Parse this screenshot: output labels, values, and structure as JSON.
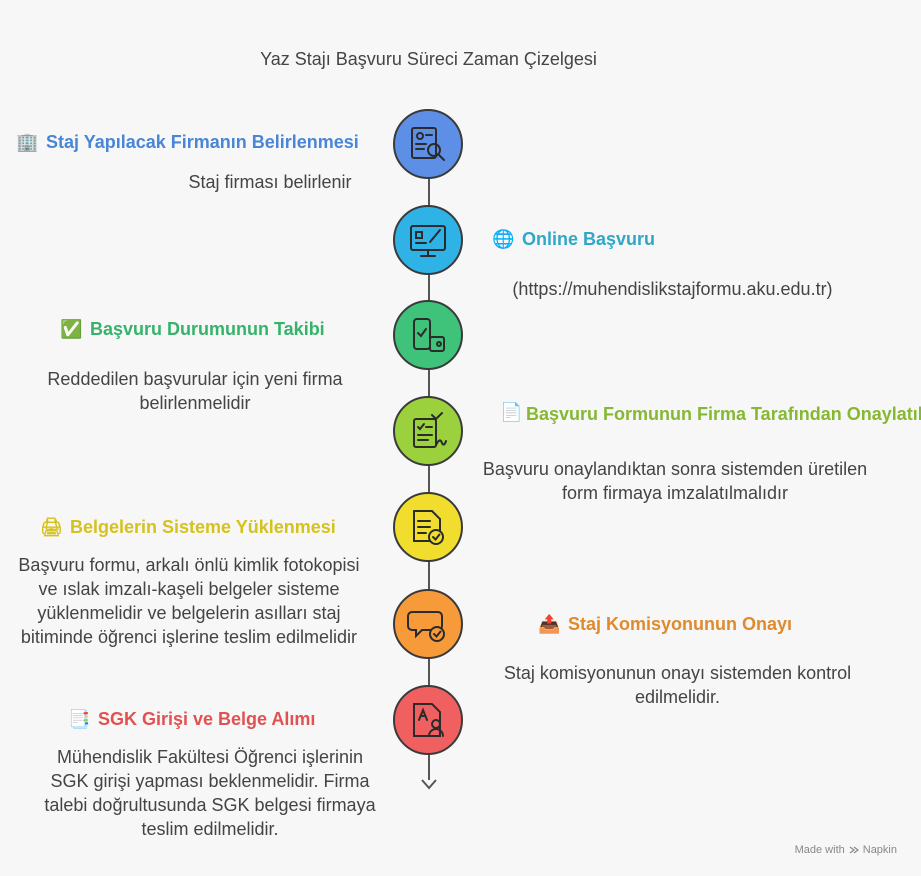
{
  "title": "Yaz Stajı Başvuru Süreci Zaman Çizelgesi",
  "steps": [
    {
      "icon": "office-building-icon",
      "emoji": "🏢",
      "heading": "Staj Yapılacak Firmanın Belirlenmesi",
      "description": "Staj firması belirlenir",
      "color": "#4a86d6",
      "node_color": "#5d8fe6"
    },
    {
      "icon": "globe-icon",
      "emoji": "🌐",
      "heading": "Online Başvuru",
      "description": "(https://muhendislikstajformu.aku.edu.tr)",
      "color": "#2fa8c6",
      "node_color": "#2fb2e6"
    },
    {
      "icon": "check-box-icon",
      "emoji": "✅",
      "heading": "Başvuru Durumunun Takibi",
      "description": "Reddedilen başvurular için yeni firma belirlenmelidir",
      "color": "#35b36a",
      "node_color": "#3fc27a"
    },
    {
      "icon": "document-icon",
      "emoji": "📄",
      "heading": "Başvuru Formunun Firma Tarafından Onaylatılması",
      "description": "Başvuru onaylandıktan sonra sistemden üretilen form firmaya imzalatılmalıdır",
      "color": "#86b833",
      "node_color": "#9ad13c"
    },
    {
      "icon": "printer-icon",
      "emoji": "🖨",
      "heading": "Belgelerin Sisteme Yüklenmesi",
      "description": "Başvuru formu, arkalı önlü kimlik fotokopisi ve ıslak imzalı-kaşeli belgeler sisteme yüklenmelidir ve belgelerin asılları staj bitiminde öğrenci işlerine teslim edilmelidir",
      "color": "#d6c21c",
      "node_color": "#f0dd2e"
    },
    {
      "icon": "upload-tray-icon",
      "emoji": "📤",
      "heading": "Staj Komisyonunun Onayı",
      "description": "Staj komisyonunun onayı sistemden kontrol edilmelidir.",
      "color": "#e08a2e",
      "node_color": "#f79a3a"
    },
    {
      "icon": "document-pin-icon",
      "emoji": "📑",
      "heading": "SGK Girişi ve Belge Alımı",
      "description": "Mühendislik Fakültesi Öğrenci işlerinin SGK girişi yapması beklenmelidir. Firma talebi doğrultusunda SGK belgesi firmaya teslim edilmelidir.",
      "color": "#e05252",
      "node_color": "#f06060"
    }
  ],
  "footer": {
    "made_with": "Made with",
    "brand": "Napkin"
  }
}
